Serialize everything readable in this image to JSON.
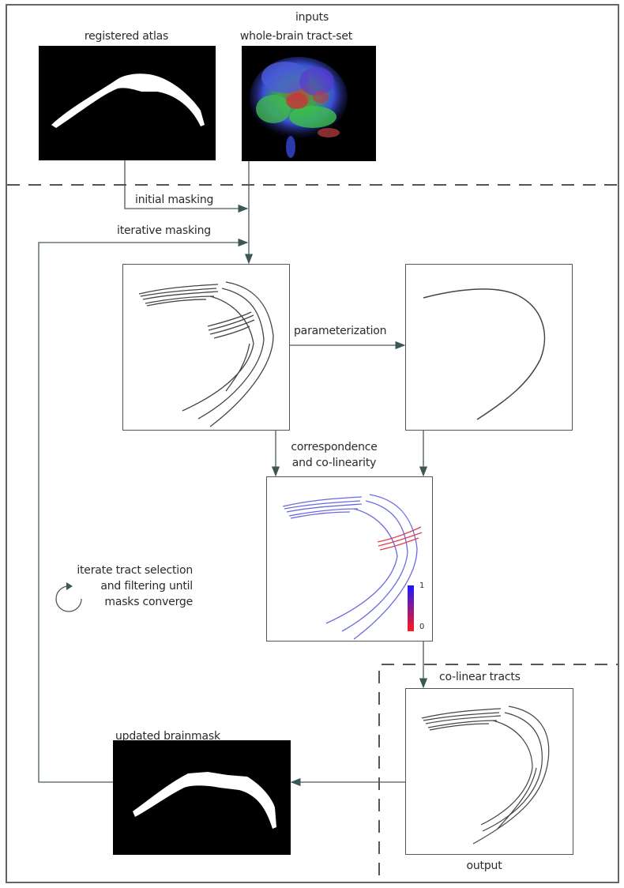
{
  "sections": {
    "inputs": {
      "title": "inputs",
      "registered_atlas": {
        "label": "registered atlas"
      },
      "tract_set": {
        "label": "whole-brain tract-set"
      }
    },
    "processing": {
      "initial_masking": "initial masking",
      "iterative_masking": "iterative masking",
      "parameterization": "parameterization",
      "correspondence": [
        "correspondence",
        "and co-linearity"
      ],
      "iterate_note": [
        "iterate tract selection",
        "and filtering until",
        "masks converge"
      ],
      "colorbar": {
        "max_label": "1",
        "min_label": "0",
        "max_color": "#1a1aff",
        "min_color": "#ff1a1a"
      }
    },
    "output": {
      "colinear_tracts": "co-linear tracts",
      "output_label": "output",
      "updated_brainmask": "updated brainmask"
    }
  },
  "colors": {
    "line": "#4a5a5a",
    "arrow": "#3d5656",
    "tract_gray": "#444444",
    "tract_blue": "#6a6ae0",
    "tract_red": "#e04050",
    "frame": "#666666"
  }
}
